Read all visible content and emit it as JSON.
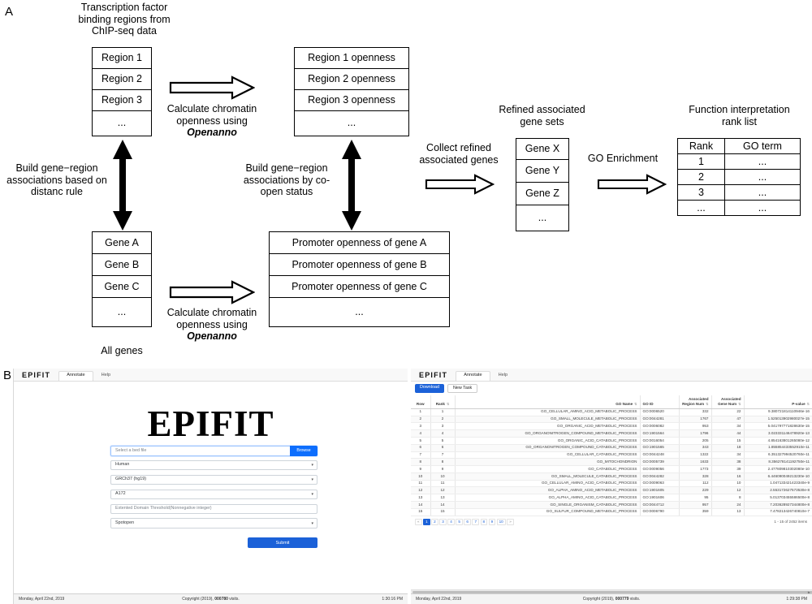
{
  "figure": {
    "panel_a_letter": "A",
    "panel_b_letter": "B"
  },
  "panel_a": {
    "caption_regions": "Transcription factor\nbinding regions from\nChIP-seq data",
    "regions_box": [
      "Region 1",
      "Region 2",
      "Region 3",
      "..."
    ],
    "openness_box": [
      "Region 1 openness",
      "Region 2 openness",
      "Region 3 openness",
      "..."
    ],
    "arrow_label_1": "Calculate chromatin openness using",
    "arrow_label_1_em": "Openanno",
    "arrow_label_2": "Calculate chromatin openness using",
    "arrow_label_2_em": "Openanno",
    "vlabel_left": "Build gene−region associations based on distanc rule",
    "vlabel_right": "Build gene−region associations by co-open status",
    "genes_box": [
      "Gene A",
      "Gene B",
      "Gene C",
      "..."
    ],
    "genes_box_caption": "All genes",
    "promoter_box": [
      "Promoter openness of gene A",
      "Promoter openness of gene B",
      "Promoter openness of gene C",
      "..."
    ],
    "collect_label": "Collect refined associated genes",
    "refined_caption": "Refined associated\ngene sets",
    "refined_box": [
      "Gene X",
      "Gene Y",
      "Gene Z",
      "..."
    ],
    "go_enrichment_label": "GO Enrichment",
    "rank_caption": "Function interpretation\nrank list",
    "rank_table": {
      "headers": [
        "Rank",
        "GO term"
      ],
      "rows": [
        [
          "1",
          "..."
        ],
        [
          "2",
          "..."
        ],
        [
          "3",
          "..."
        ],
        [
          "...",
          "..."
        ]
      ]
    }
  },
  "app": {
    "brand": "EPIFIT",
    "nav": [
      {
        "label": "Annotate",
        "active": true
      },
      {
        "label": "Help",
        "active": false
      }
    ],
    "accent_color": "#1b61d8",
    "footer": {
      "left_date": "Monday, April 22nd, 2019",
      "copyright_prefix": "Copyright (2019),",
      "visits": "000780",
      "copyright_suffix": "visits.",
      "right_time": "1:30:16 PM"
    }
  },
  "submit_page": {
    "title": "EPIFIT",
    "file_placeholder": "Select a bed file",
    "browse_label": "Browse",
    "species": "Human",
    "assembly": "GRCh37 (hg19)",
    "cellline": "A172",
    "threshold_placeholder": "Extented Domain Threshold(Nonnegative integer)",
    "method": "Spotopen",
    "submit_label": "Submit"
  },
  "results_page": {
    "download_label": "Download",
    "new_task_label": "New Task",
    "columns": [
      "Row",
      "Rank",
      "GO Name",
      "GO ID",
      "Associated Region Num",
      "Associated Gene Num",
      "P-value"
    ],
    "rows": [
      {
        "row": "1",
        "rank": "1",
        "go_name": "GO_CELLULAR_AMINO_ACID_METABOLIC_PROCESS",
        "go_id": "GO:0006520",
        "region_num": "332",
        "gene_num": "22",
        "p_value": "9.380721814110946e-16"
      },
      {
        "row": "2",
        "rank": "2",
        "go_name": "GO_SMALL_MOLECULE_METABOLIC_PROCESS",
        "go_id": "GO:0044281",
        "region_num": "1767",
        "gene_num": "47",
        "p_value": "1.525013902980027e-15"
      },
      {
        "row": "3",
        "rank": "3",
        "go_name": "GO_ORGANIC_ACID_METABOLIC_PROCESS",
        "go_id": "GO:0006082",
        "region_num": "953",
        "gene_num": "34",
        "p_value": "5.041797771828630e-15"
      },
      {
        "row": "4",
        "rank": "4",
        "go_name": "GO_ORGANONITROGEN_COMPOUND_METABOLIC_PROCESS",
        "go_id": "GO:1901564",
        "region_num": "1796",
        "gene_num": "44",
        "p_value": "3.023331146478920e-13"
      },
      {
        "row": "5",
        "rank": "5",
        "go_name": "GO_ORGANIC_ACID_CATABOLIC_PROCESS",
        "go_id": "GO:0016054",
        "region_num": "205",
        "gene_num": "15",
        "p_value": "4.854163801265080e-12"
      },
      {
        "row": "6",
        "rank": "6",
        "go_name": "GO_ORGANONITROGEN_COMPOUND_CATABOLIC_PROCESS",
        "go_id": "GO:1901565",
        "region_num": "343",
        "gene_num": "18",
        "p_value": "1.855854433552910e-11"
      },
      {
        "row": "7",
        "rank": "7",
        "go_name": "GO_CELLULAR_CATABOLIC_PROCESS",
        "go_id": "GO:0044248",
        "region_num": "1322",
        "gene_num": "34",
        "p_value": "6.351327994520760e-11"
      },
      {
        "row": "8",
        "rank": "8",
        "go_name": "GO_MITOCHONDRION",
        "go_id": "GO:0005739",
        "region_num": "1633",
        "gene_num": "38",
        "p_value": "8.356278141192750e-11"
      },
      {
        "row": "9",
        "rank": "9",
        "go_name": "GO_CATABOLIC_PROCESS",
        "go_id": "GO:0009056",
        "region_num": "1773",
        "gene_num": "39",
        "p_value": "2.477809810302080e-10"
      },
      {
        "row": "10",
        "rank": "10",
        "go_name": "GO_SMALL_MOLECULE_CATABOLIC_PROCESS",
        "go_id": "GO:0044282",
        "region_num": "328",
        "gene_num": "16",
        "p_value": "6.446090049213230e-10"
      },
      {
        "row": "11",
        "rank": "11",
        "go_name": "GO_CELLULAR_AMINO_ACID_CATABOLIC_PROCESS",
        "go_id": "GO:0009063",
        "region_num": "112",
        "gene_num": "10",
        "p_value": "1.047133421423340e-9"
      },
      {
        "row": "12",
        "rank": "12",
        "go_name": "GO_ALPHA_AMINO_ACID_METABOLIC_PROCESS",
        "go_id": "GO:1901605",
        "region_num": "229",
        "gene_num": "12",
        "p_value": "2.553172627573530e-8"
      },
      {
        "row": "13",
        "rank": "13",
        "go_name": "GO_ALPHA_AMINO_ACID_CATABOLIC_PROCESS",
        "go_id": "GO:1901606",
        "region_num": "95",
        "gene_num": "8",
        "p_value": "5.013703455586500e-8"
      },
      {
        "row": "14",
        "rank": "14",
        "go_name": "GO_SINGLE_ORGANISM_CATABOLIC_PROCESS",
        "go_id": "GO:0044712",
        "region_num": "957",
        "gene_num": "24",
        "p_value": "7.203628927344800e-8"
      },
      {
        "row": "15",
        "rank": "15",
        "go_name": "GO_SULFUR_COMPOUND_METABOLIC_PROCESS",
        "go_id": "GO:0006790",
        "region_num": "359",
        "gene_num": "13",
        "p_value": "7.478213426740810e-7"
      }
    ],
    "pagination": {
      "prev": "«",
      "pages": [
        "1",
        "2",
        "3",
        "4",
        "5",
        "6",
        "7",
        "8",
        "9",
        "10"
      ],
      "active_page": "1",
      "next": "»",
      "count_label": "1 - 15 of 2452 items"
    },
    "footer": {
      "left_date": "Monday, April 22nd, 2019",
      "copyright_prefix": "Copyright (2019),",
      "visits": "000779",
      "copyright_suffix": "visits.",
      "right_time": "1:29:38 PM"
    }
  }
}
